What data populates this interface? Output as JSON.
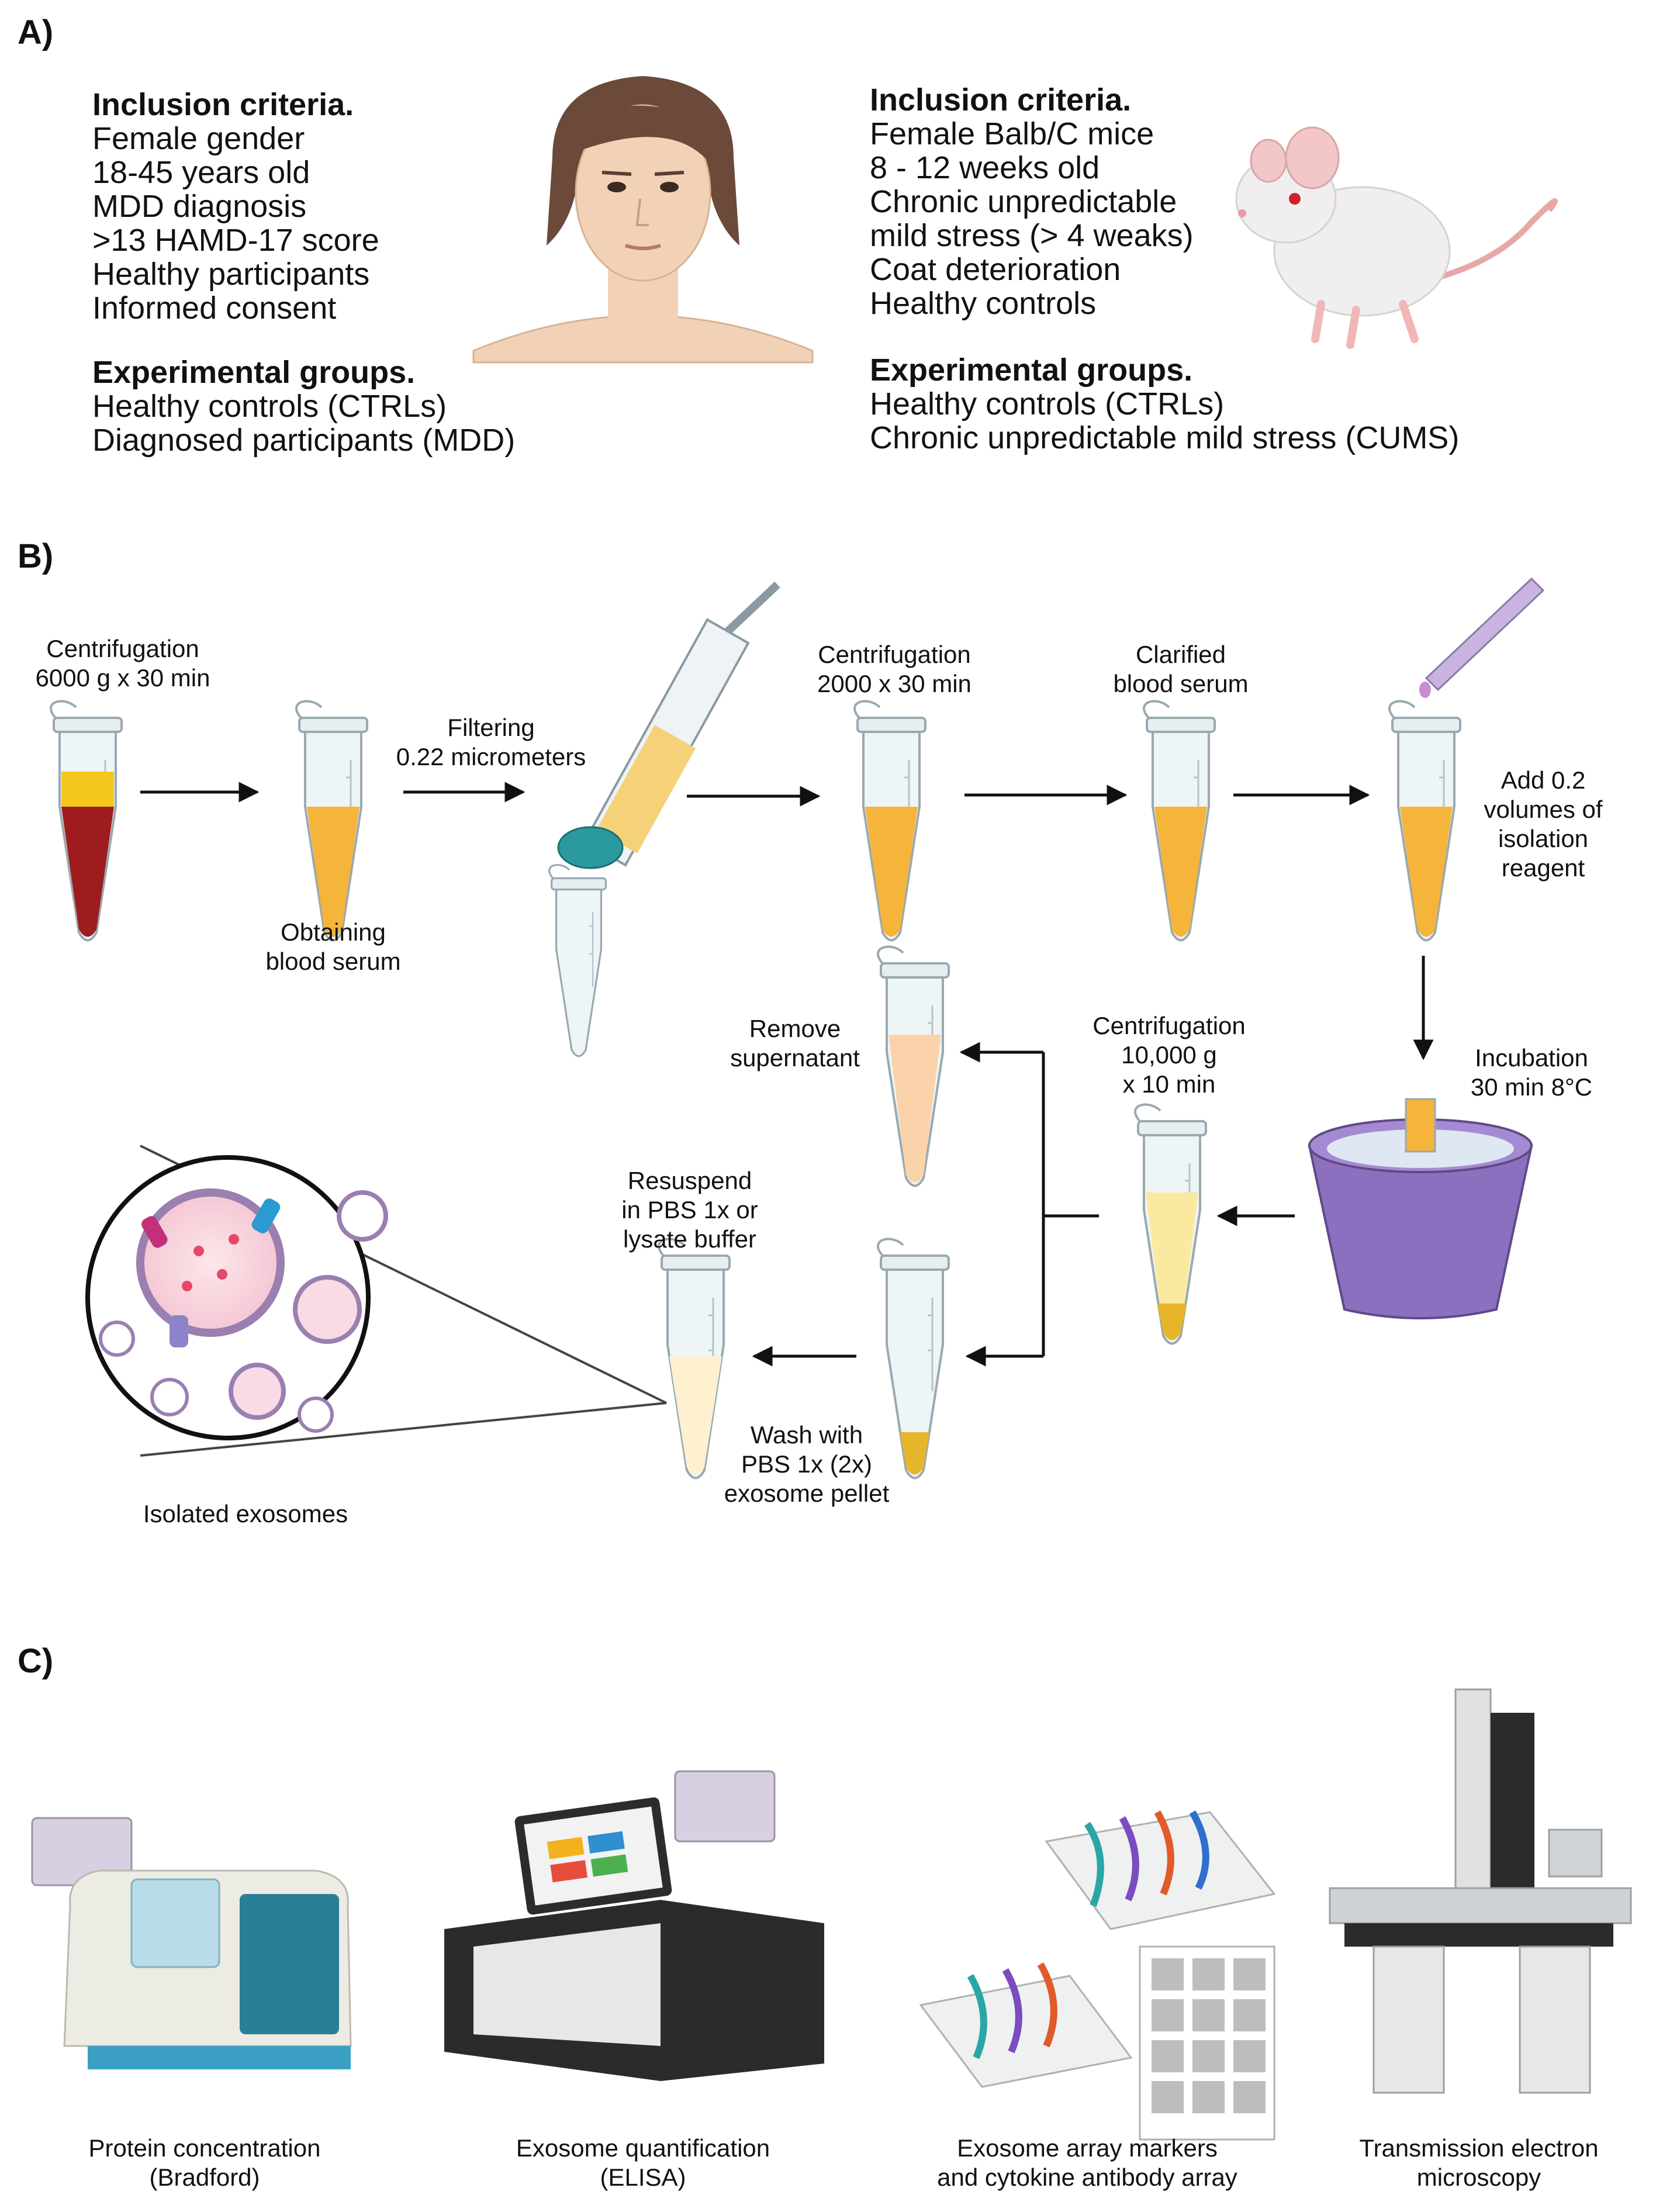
{
  "panels": {
    "a": "A)",
    "b": "B)",
    "c": "C)"
  },
  "human": {
    "inclusion_title": "Inclusion criteria.",
    "inclusion": [
      "Female gender",
      "18-45 years old",
      "MDD diagnosis",
      ">13 HAMD-17 score",
      "Healthy participants",
      "Informed consent"
    ],
    "groups_title": "Experimental groups.",
    "groups": [
      "Healthy controls (CTRLs)",
      "Diagnosed participants  (MDD)"
    ]
  },
  "mouse": {
    "inclusion_title": "Inclusion criteria.",
    "inclusion": [
      "Female Balb/C mice",
      "8 - 12 weeks old",
      "Chronic unpredictable",
      "mild stress (> 4 weaks)",
      "Coat deterioration",
      "Healthy controls"
    ],
    "groups_title": "Experimental groups.",
    "groups": [
      "Healthy controls (CTRLs)",
      "Chronic unpredictable mild stress (CUMS)"
    ]
  },
  "workflow": {
    "centrifugation1": [
      "Centrifugation",
      "6000 g x 30 min"
    ],
    "obtaining": [
      "Obtaining",
      "blood serum"
    ],
    "filtering": [
      "Filtering",
      "0.22 micrometers"
    ],
    "centrifugation2": [
      "Centrifugation",
      "2000 x 30 min"
    ],
    "clarified": [
      "Clarified",
      "blood serum"
    ],
    "add_reagent": [
      "Add 0.2",
      "volumes of",
      "isolation",
      "reagent"
    ],
    "incubation": [
      "Incubation",
      "30 min 8°C"
    ],
    "centrifugation3": [
      "Centrifugation",
      "10,000 g",
      "x 10 min"
    ],
    "remove": [
      "Remove",
      "supernatant"
    ],
    "wash": [
      "Wash with",
      "PBS 1x (2x)",
      "exosome pellet"
    ],
    "resuspend": [
      "Resuspend",
      "in PBS 1x or",
      "lysate buffer"
    ],
    "isolated": "Isolated exosomes"
  },
  "analyses": {
    "protein": [
      "Protein concentration",
      "(Bradford)"
    ],
    "elisa": [
      "Exosome quantification",
      "(ELISA)"
    ],
    "array": [
      "Exosome array markers",
      "and cytokine antibody array"
    ],
    "tem": [
      "Transmission electron",
      "microscopy"
    ]
  },
  "colors": {
    "blood": "#9e1b1e",
    "plasma": "#f2c81c",
    "serum": "#f5b43a",
    "ice_bucket": "#8d6fc0",
    "skin": "#f2d2b6",
    "hair": "#6b4a3a",
    "accent_teal": "#2a9a9e",
    "accent_magenta": "#c2307c"
  }
}
